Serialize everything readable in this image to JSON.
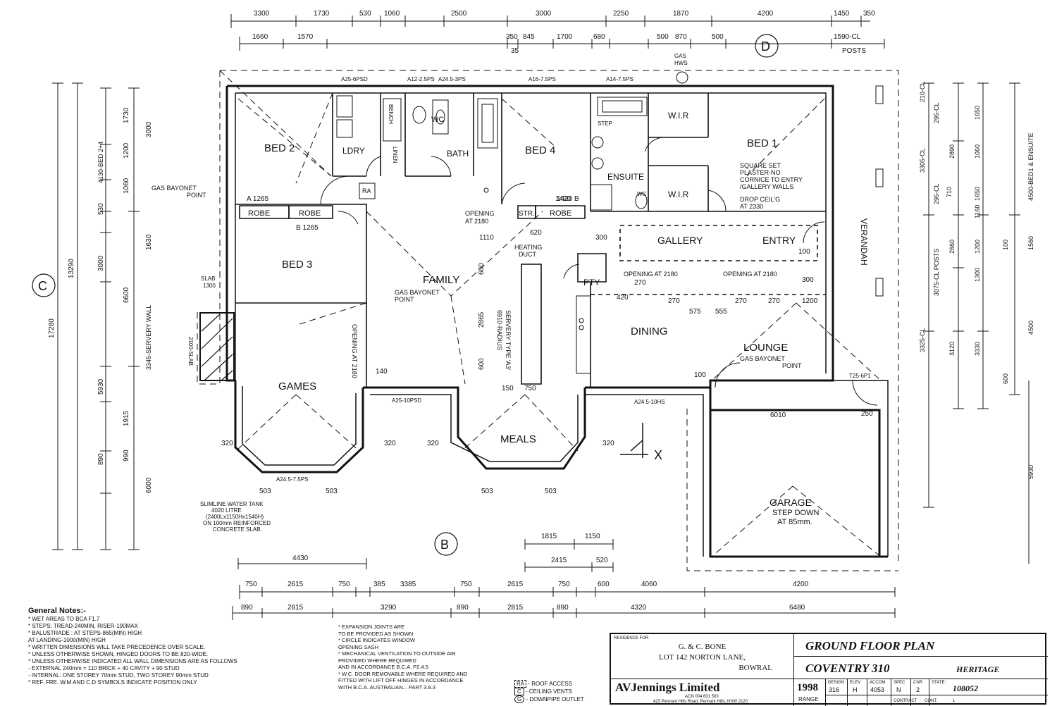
{
  "colors": {
    "ink": "#111111",
    "paper": "#ffffff"
  },
  "grid_marks": {
    "b": "B",
    "c": "C",
    "d": "D",
    "x": "X"
  },
  "rooms": {
    "bed1": "BED 1",
    "bed2": "BED 2",
    "bed3": "BED 3",
    "bed4": "BED 4",
    "ldry": "LDRY",
    "bath": "BATH",
    "wc": "WC",
    "wc2": "WC",
    "ensuite": "ENSUITE",
    "wir1": "W.I.R",
    "wir2": "W.I.R",
    "family": "FAMILY",
    "games": "GAMES",
    "meals": "MEALS",
    "dining": "DINING",
    "lounge": "LOUNGE",
    "gallery": "GALLERY",
    "entry": "ENTRY",
    "garage": "GARAGE",
    "garage_step": "STEP DOWN",
    "garage_step2": "AT 85mm.",
    "verandah": "VERANDAH",
    "pty": "PTY",
    "str": "STR.",
    "robe1": "ROBE",
    "robe2": "ROBE",
    "robe3": "ROBE",
    "linen": "LINEN",
    "bench": "BENCH",
    "step": "STEP",
    "ra": "RA"
  },
  "annotations": {
    "gas_bayonet_left": "GAS BAYONET",
    "gas_bayonet_left2": "POINT",
    "gas_bayonet_family": "GAS BAYONET",
    "gas_bayonet_family2": "POINT",
    "gas_bayonet_lounge": "GAS BAYONET",
    "gas_bayonet_lounge2": "POINT",
    "square_set": "SQUARE SET",
    "plaster": "PLASTER-NO",
    "cornice": "CORNICE TO ENTRY",
    "gallery_walls": "/GALLERY WALLS",
    "drop_ceil": "DROP CEIL'G",
    "drop_ceil2": "AT 2330",
    "opening_2180_a": "OPENING",
    "opening_2180_a2": "AT 2180",
    "opening_2180_b": "OPENING AT 2180",
    "opening_2180_c": "OPENING AT 2180",
    "heating_duct": "HEATING",
    "heating_duct2": "DUCT",
    "servery": "6910-RADIUS",
    "servery2": "SERVERY TYPE 'A3'",
    "opening_games": "OPENING AT 2180",
    "tank": "SLIMLINE WATER TANK",
    "tank2": "4020 LITRE",
    "tank3": "(2400Lx1150Hx1540H)",
    "tank4": "ON 100mm REINFORCED",
    "tank5": "CONCRETE SLAB.",
    "gas_hws": "GAS",
    "gas_hws2": "HWS",
    "slab": "SLAB",
    "slab2": "1300",
    "slab3": "2100-SLAB",
    "a1265": "A 1265",
    "b1265": "B 1265",
    "b1420": "1420 B",
    "a255": "A25-6PSD",
    "a245": "A24.5-7.5PS",
    "a2410": "A24.5-10HS",
    "a2510": "A25-10PSD",
    "a147": "A14-7.5PS",
    "a167": "A16-7.5PS",
    "a125": "A12-2.5PS",
    "a245b": "A24.5-3PS",
    "t256": "T25-6P1"
  },
  "dims": {
    "top1": [
      "3300",
      "1730",
      "530",
      "1060",
      "2500",
      "3000",
      "2250",
      "1870",
      "4200",
      "1450",
      "350"
    ],
    "top2": [
      "1660",
      "1570",
      "350",
      "845",
      "1700",
      "680",
      "500",
      "870",
      "500",
      "1590-CL"
    ],
    "top2b": [
      "35",
      "POSTS"
    ],
    "bot1": [
      "750",
      "2615",
      "750",
      "385",
      "3385",
      "750",
      "2615",
      "750",
      "600",
      "4060",
      "4200"
    ],
    "bot2": [
      "890",
      "2815",
      "3290",
      "890",
      "2815",
      "890",
      "4320",
      "6480"
    ],
    "bot_mid": [
      "1815",
      "1150",
      "2415",
      "520"
    ],
    "bot_left": "4430",
    "left_outer": "17280",
    "left_inner": "13290",
    "left_a": [
      "1730",
      "3000",
      "1200",
      "1060",
      "530",
      "1630",
      "3000",
      "6600",
      "5930",
      "1915",
      "990",
      "890",
      "6000"
    ],
    "left_labels": [
      "4130-BED 2+4",
      "3345-SERVERY WALL"
    ],
    "right_a": [
      "210-CL",
      "295-CL",
      "3305-CL",
      "1650",
      "2890",
      "1060",
      "295-CL",
      "710",
      "1650",
      "1160",
      "2660",
      "3075-CL POSTS",
      "1200",
      "1300",
      "1560",
      "100",
      "3325-CL",
      "3120",
      "3330",
      "4500",
      "600",
      "5930"
    ],
    "right_labels": [
      "4500-BED1 & ENSUITE"
    ],
    "misc": [
      "620",
      "1110",
      "300",
      "100",
      "270",
      "420",
      "270",
      "575",
      "555",
      "270",
      "270",
      "1200",
      "300",
      "100",
      "150",
      "750",
      "140",
      "600",
      "2865",
      "600",
      "6010",
      "250",
      "320",
      "503",
      "503",
      "503",
      "503",
      "320",
      "320",
      "320",
      "1420"
    ]
  },
  "general_notes": {
    "heading": "General Notes:-",
    "lines": [
      "* WET AREAS TO BCA F1.7",
      "* STEPS: TREAD-240MIN, RISER-190MAX",
      "* BALUSTRADE : AT STEPS-865(MIN) HIGH",
      "                  AT LANDING-1000(MIN) HIGH",
      "* WRITTEN DIMENSIONS WILL TAKE PRECEDENCE OVER SCALE.",
      "* UNLESS OTHERWISE SHOWN, HINGED DOORS TO BE 820-WIDE.",
      "* UNLESS OTHERWISE INDICATED ALL WALL DIMENSIONS ARE AS FOLLOWS",
      "  - EXTERNAL 240mm = 110 BRICK + 40 CAVITY + 90 STUD",
      "  - INTERNAL: ONE STOREY 70mm STUD, TWO STOREY 90mm STUD",
      "* REF. FRE. W.M AND C.D SYMBOLS INDICATE POSITION ONLY"
    ]
  },
  "notes2": {
    "lines": [
      "* EXPANSION JOINTS ARE",
      "  TO BE PROVIDED AS SHOWN",
      "* CIRCLE INDICATES WINDOW",
      "  OPENING SASH",
      "* MECHANICAL VENTILATION TO OUTSIDE AIR",
      "  PROVIDED WHERE REQUIRED",
      "  AND IN ACCORDANCE B.C.A. P2.4.5",
      "* W.C. DOOR REMOVABLE WHERE REQUIRED AND",
      "  FITTED WITH LIFT OFF HINGES IN ACCORDANCE",
      "  WITH B.C.A. AUSTRALIAN... PART 3.8.3"
    ]
  },
  "legend": {
    "ra": "RA",
    "ra_label": "- ROOF ACCESS",
    "cv": "C",
    "cv_label": "- CEILING VENTS",
    "dn": "G",
    "dn_label": "- DOWNPIPE OUTLET"
  },
  "title_block": {
    "residence_for": "RESIDENCE FOR",
    "client": "G. & C. BONE",
    "lot": "LOT 142 NORTON LANE,",
    "town": "BOWRAL",
    "plan_title": "GROUND FLOOR PLAN",
    "design": "COVENTRY 310",
    "series": "HERITAGE",
    "company": "AVJennings Limited",
    "acn": "ACN 004 601 503",
    "address": "423 Pennant Hills Road, Pennant Hills, NSW 2120",
    "year": "1998",
    "range": "RANGE",
    "fields_labels": [
      "DESIGN",
      "ELEV",
      "ACCOM",
      "SPEC",
      "CNR",
      "STATE:"
    ],
    "fields_values": [
      "316",
      "H",
      "4053",
      "N",
      "2"
    ],
    "number": "108052",
    "row2_labels": [
      "",
      "",
      "",
      "",
      "CONTRACT",
      "CONT.",
      "1"
    ]
  }
}
